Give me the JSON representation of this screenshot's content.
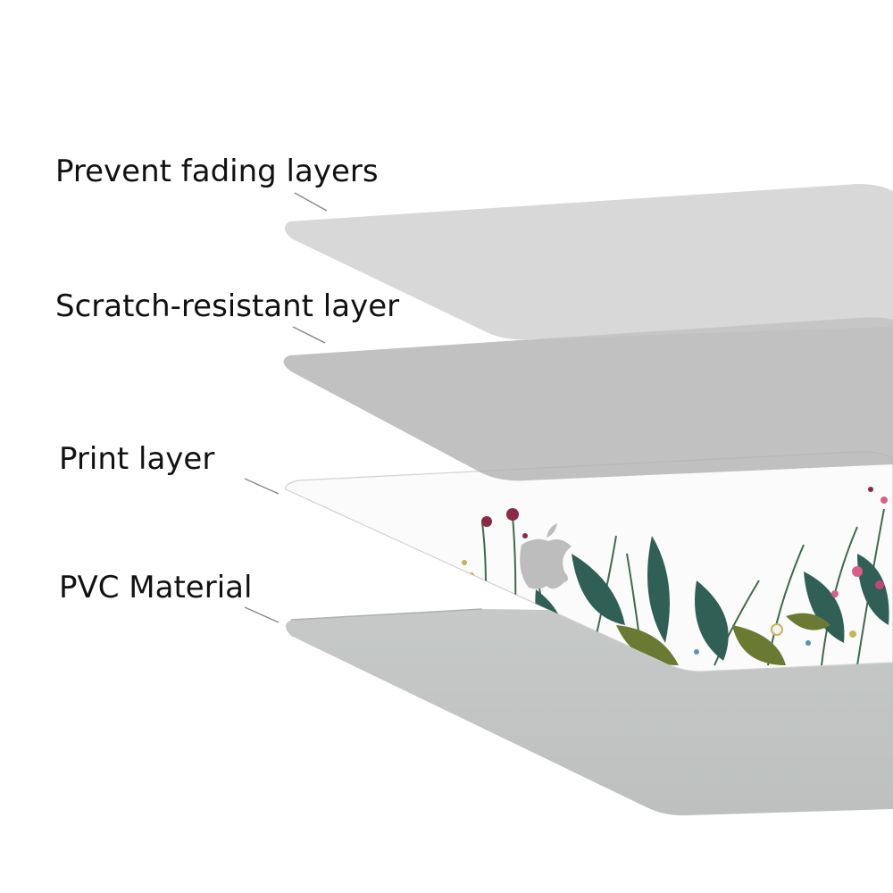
{
  "layers": [
    {
      "label": "Prevent fading layers",
      "color": "#d6d6d6"
    },
    {
      "label": "Scratch-resistant layer",
      "color": "#bebebe"
    },
    {
      "label": "Print layer",
      "color": "#ffffff"
    },
    {
      "label": "PVC Material",
      "color": "#c2c5c4"
    }
  ],
  "print_design": {
    "subject": "botanical wildflower illustration",
    "logo": "apple-logo-icon",
    "colors": [
      "#2f5f55",
      "#6b7a32",
      "#8a2a45",
      "#c9b35a",
      "#d95f8a",
      "#f2f2f2"
    ]
  },
  "leader_line_color": "#8a8a8a"
}
